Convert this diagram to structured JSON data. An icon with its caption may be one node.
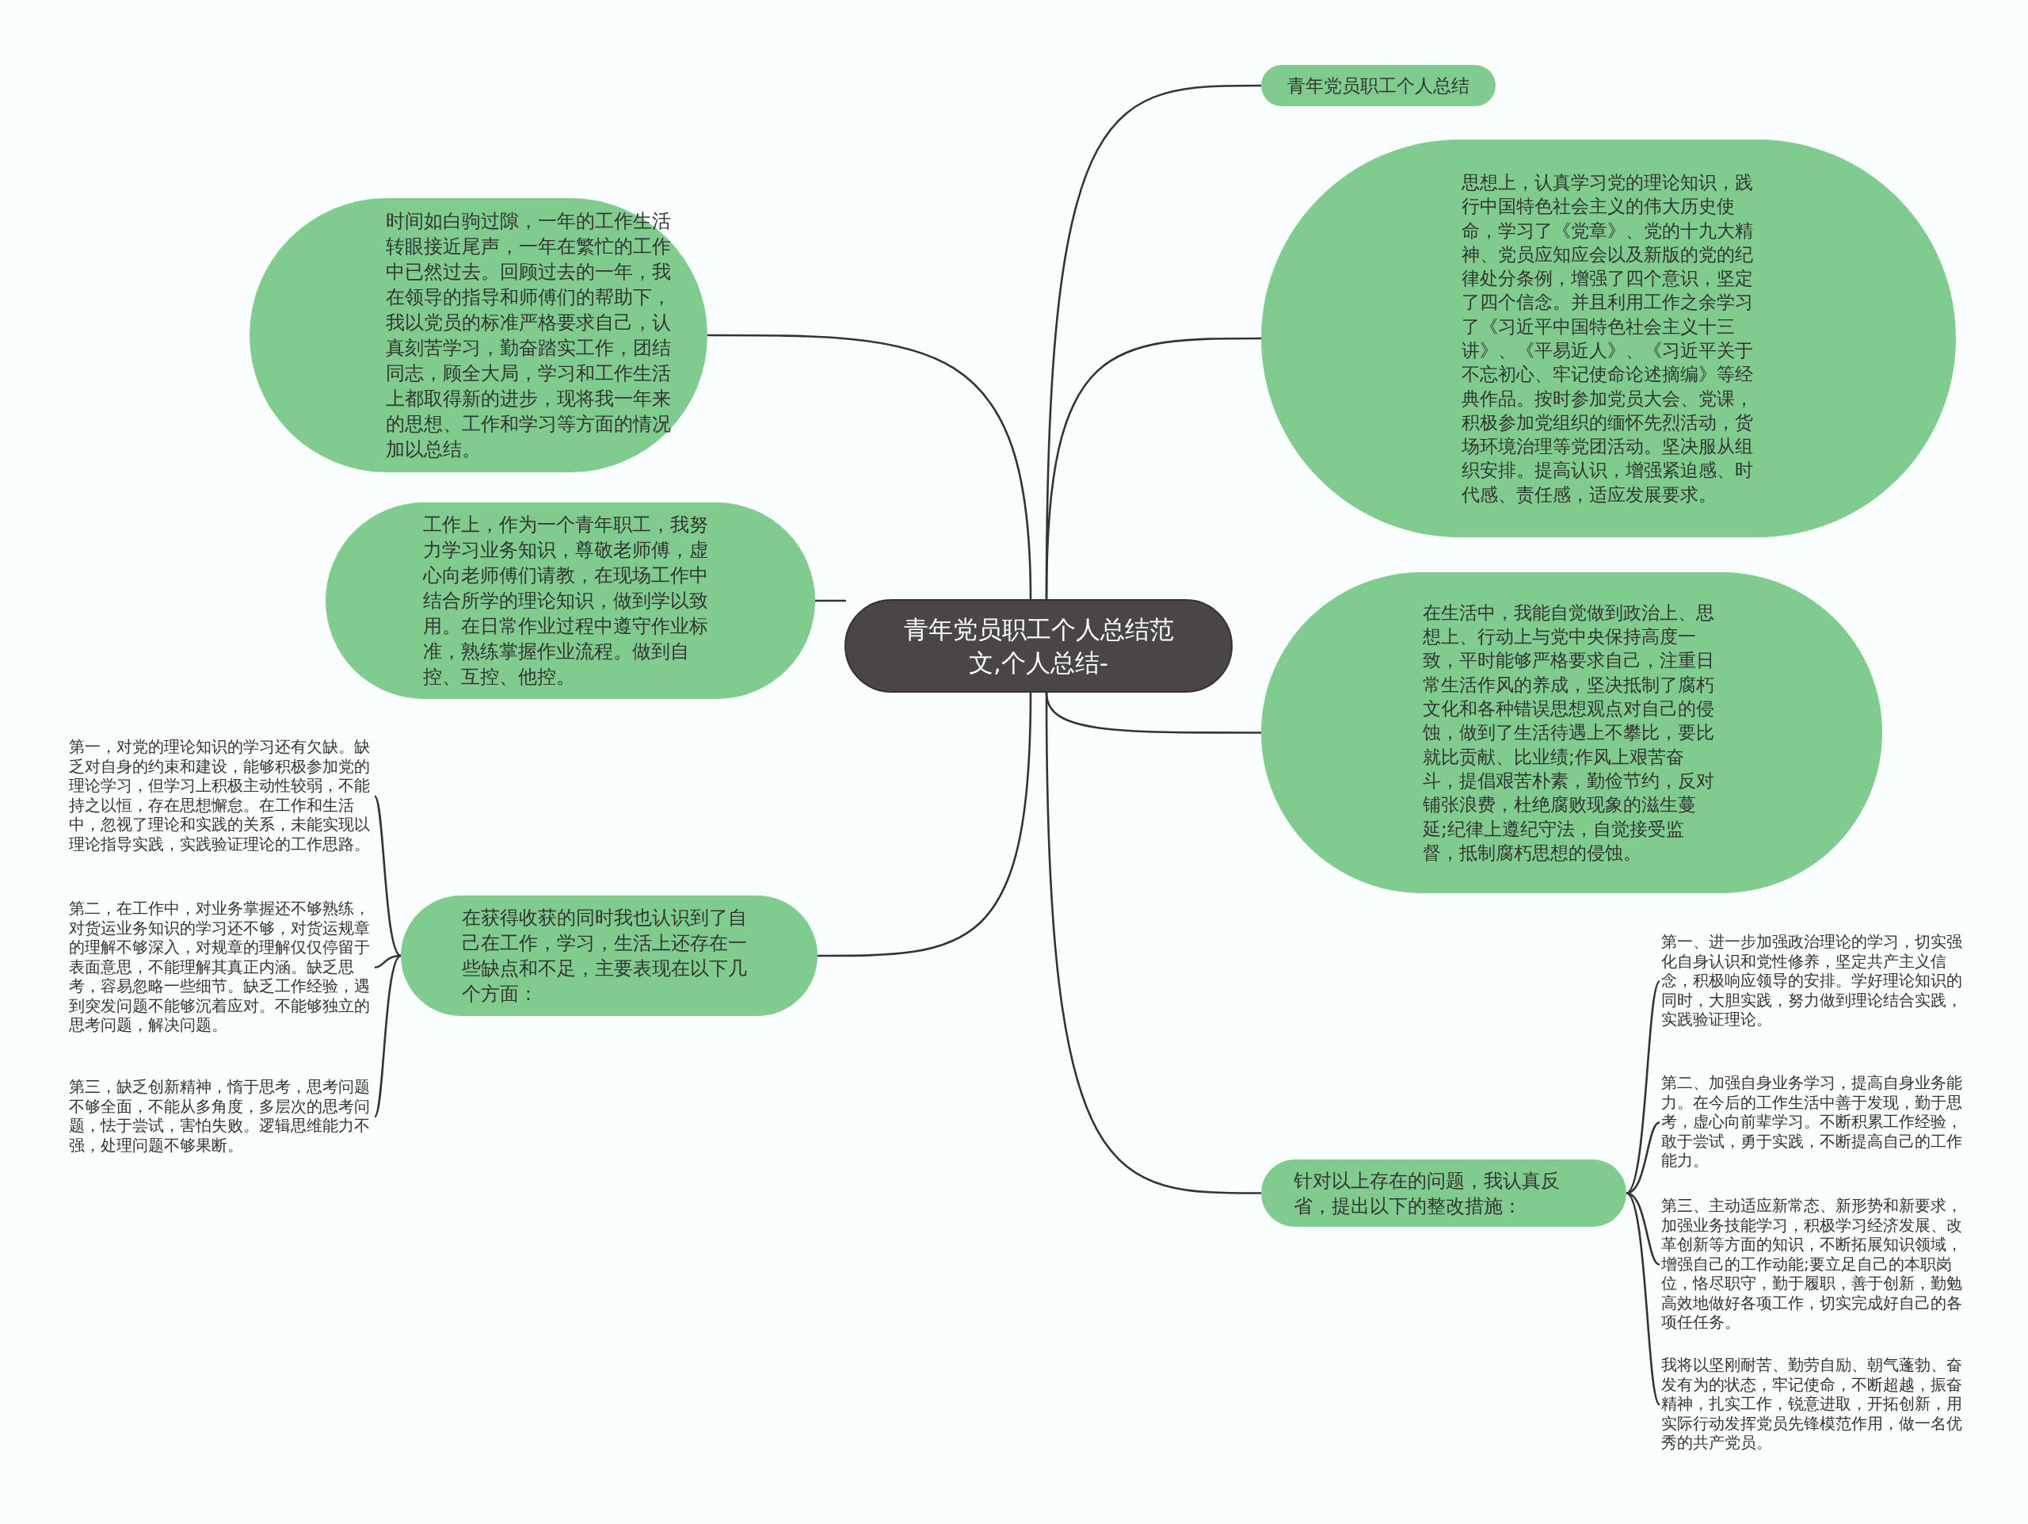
{
  "diagram": {
    "nodes": [
      {
        "text": [
          "青年党员职工个人总结范文,个人总结-"
        ]
      },
      {
        "text": [
          "时间如白驹过隙，一年的工作生活转眼接近尾声，一年在繁忙的工作中已然过去。回顾过去的一年，我在领导的指导和师傅们的帮助下，我以党员的标准严格要求自己，认真刻苦学习，勤奋踏实工作，团结同志，顾全大局，学习和工作生活上都取得新的进步，现将我一年来的思想、工作和学习等方面的情况加以总结。"
        ]
      },
      {
        "text": [
          "工作上，作为一个青年职工，我努力学习业务知识，尊敬老师傅，虚心向老师傅们请教，在现场工作中结合所学的理论知识，做到学以致用。在日常作业过程中遵守作业标准，熟练掌握作业流程。做到自控、互控、他控。"
        ]
      },
      {
        "text": [
          "在获得收获的同时我也认识到了自己在工作，学习，生活上还存在一些缺点和不足，主要表现在以下几个方面："
        ]
      },
      {
        "text": [
          "第一，对党的理论知识的学习还有欠缺。缺乏对自身的约束和建设，能够积极参加党的理论学习，但学习上积极主动性较弱，不能持之以恒，存在思想懈怠。在工作和生活中，忽视了理论和实践的关系，未能实现以理论指导实践，实践验证理论的工作思路。"
        ]
      },
      {
        "text": [
          "第二，在工作中，对业务掌握还不够熟练，对货运业务知识的学习还不够，对货运规章的理解不够深入，对规章的理解仅仅停留于表面意思，不能理解其真正内涵。缺乏思考，容易忽略一些细节。缺乏工作经验，遇到突发问题不能够沉着应对。不能够独立的思考问题，解决问题。"
        ]
      },
      {
        "text": [
          "第三，缺乏创新精神，惰于思考，思考问题不够全面，不能从多角度，多层次的思考问题，怯于尝试，害怕失败。逻辑思维能力不强，处理问题不够果断。"
        ]
      },
      {
        "text": [
          "青年党员职工个人总结"
        ]
      },
      {
        "text": [
          "思想上，认真学习党的理论知识，践行中国特色社会主义的伟大历史使命，学习了《党章》、党的十九大精神、党员应知应会以及新版的党的纪律处分条例，增强了四个意识，坚定了四个信念。并且利用工作之余学习了《习近平中国特色社会主义十三讲》、《平易近人》、《习近平关于不忘初心、牢记使命论述摘编》等经典作品。按时参加党员大会、党课，积极参加党组织的缅怀先烈活动，货场环境治理等党团活动。坚决服从组织安排。提高认识，增强紧迫感、时代感、责任感，适应发展要求。"
        ]
      },
      {
        "text": [
          "在生活中，我能自觉做到政治上、思想上、行动上与党中央保持高度一致，平时能够严格要求自己，注重日常生活作风的养成，坚决抵制了腐朽文化和各种错误思想观点对自己的侵蚀，做到了生活待遇上不攀比，要比就比贡献、比业绩;作风上艰苦奋斗，提倡艰苦朴素，勤俭节约，反对铺张浪费，杜绝腐败现象的滋生蔓延;纪律上遵纪守法，自觉接受监督，抵制腐朽思想的侵蚀。"
        ]
      },
      {
        "text": [
          "针对以上存在的问题，我认真反省，提出以下的整改措施："
        ]
      },
      {
        "text": [
          "第一、进一步加强政治理论的学习，切实强化自身认识和党性修养，坚定共产主义信念，积极响应领导的安排。学好理论知识的同时，大胆实践，努力做到理论结合实践，实践验证理论。"
        ]
      },
      {
        "text": [
          "第二、加强自身业务学习，提高自身业务能力。在今后的工作生活中善于发现，勤于思考，虚心向前辈学习。不断积累工作经验，敢于尝试，勇于实践，不断提高自己的工作能力。"
        ]
      },
      {
        "text": [
          "第三、主动适应新常态、新形势和新要求，加强业务技能学习，积极学习经济发展、改革创新等方面的知识，不断拓展知识领域，增强自己的工作动能;要立足自己的本职岗位，恪尽职守，勤于履职，善于创新，勤勉高效地做好各项工作，切实完成好自己的各项任任务。"
        ]
      },
      {
        "text": [
          "我将以坚刚耐苦、勤劳自励、朝气蓬勃、奋发有为的状态，牢记使命，不断超越，振奋精神，扎实工作，锐意进取，开拓创新，用实际行动发挥党员先锋模范作用，做一名优秀的共产党员。"
        ]
      }
    ],
    "edges": [
      {
        "from": 0,
        "to": 1,
        "arrow": "none"
      },
      {
        "from": 0,
        "to": 2,
        "arrow": "none"
      },
      {
        "from": 0,
        "to": 3,
        "arrow": "none"
      },
      {
        "from": 3,
        "to": 4,
        "arrow": "none"
      },
      {
        "from": 3,
        "to": 5,
        "arrow": "none"
      },
      {
        "from": 3,
        "to": 6,
        "arrow": "none"
      },
      {
        "from": 0,
        "to": 7,
        "arrow": "none"
      },
      {
        "from": 0,
        "to": 8,
        "arrow": "none"
      },
      {
        "from": 0,
        "to": 9,
        "arrow": "none"
      },
      {
        "from": 0,
        "to": 10,
        "arrow": "none"
      },
      {
        "from": 10,
        "to": 11,
        "arrow": "none"
      },
      {
        "from": 10,
        "to": 12,
        "arrow": "none"
      },
      {
        "from": 10,
        "to": 13,
        "arrow": "none"
      },
      {
        "from": 10,
        "to": 14,
        "arrow": "none"
      }
    ]
  }
}
